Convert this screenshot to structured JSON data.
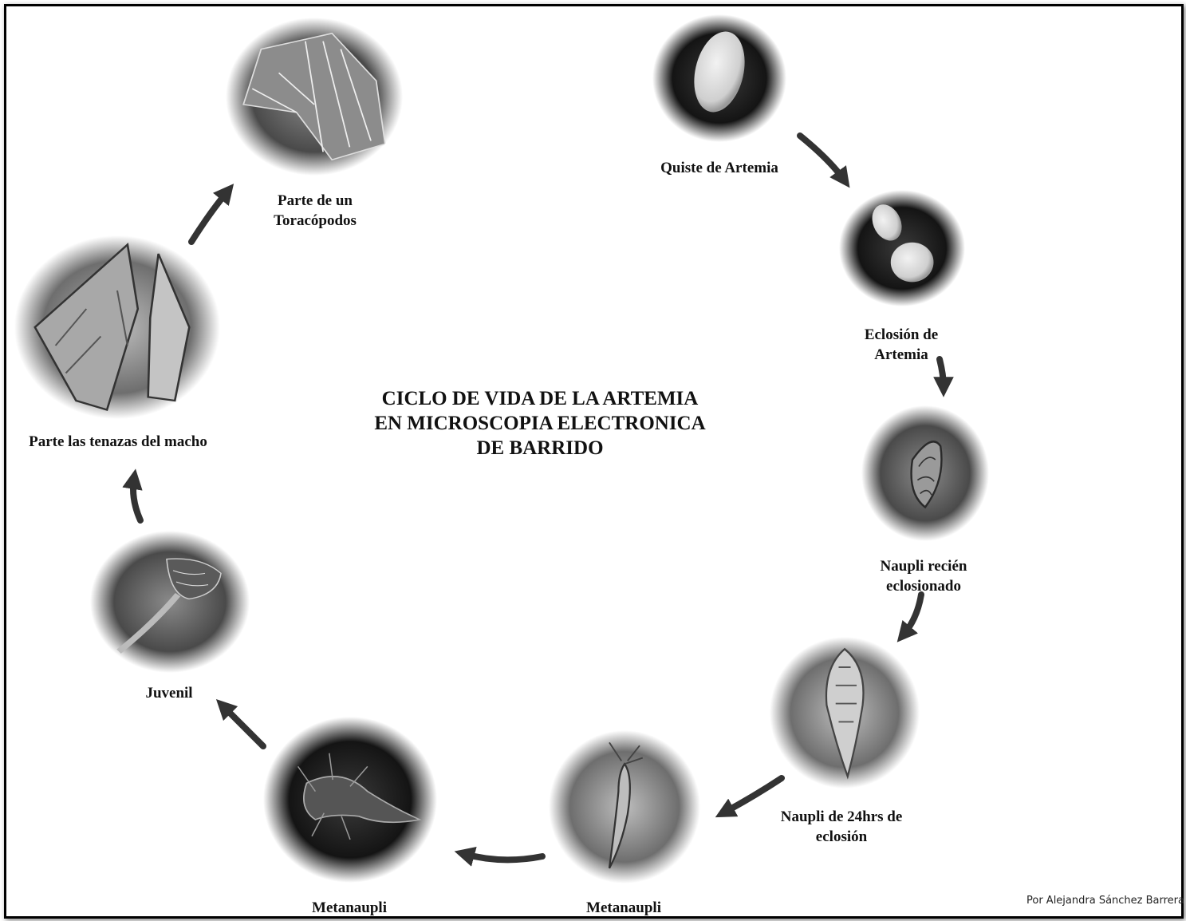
{
  "title": {
    "line1": "CICLO DE VIDA DE LA ARTEMIA",
    "line2": "EN MICROSCOPIA ELECTRONICA",
    "line3": "DE BARRIDO"
  },
  "credit": "Por Alejandra Sánchez Barrera",
  "stages": {
    "quiste": {
      "line1": "Quiste de Artemia"
    },
    "eclosion": {
      "line1": "Eclosión de",
      "line2": "Artemia"
    },
    "naupli_recien": {
      "line1": "Naupli recién",
      "line2": "eclosionado"
    },
    "naupli_24": {
      "line1": "Naupli de 24hrs de",
      "line2": "eclosión"
    },
    "metanaupli_1": {
      "line1": "Metanaupli"
    },
    "metanaupli_2": {
      "line1": "Metanaupli"
    },
    "juvenil": {
      "line1": "Juvenil"
    },
    "tenazas": {
      "line1": "Parte las tenazas del macho"
    },
    "toracopodos": {
      "line1": "Parte de un",
      "line2": "Toracópodos"
    }
  },
  "colors": {
    "arrow": "#333333",
    "border": "#000000"
  }
}
